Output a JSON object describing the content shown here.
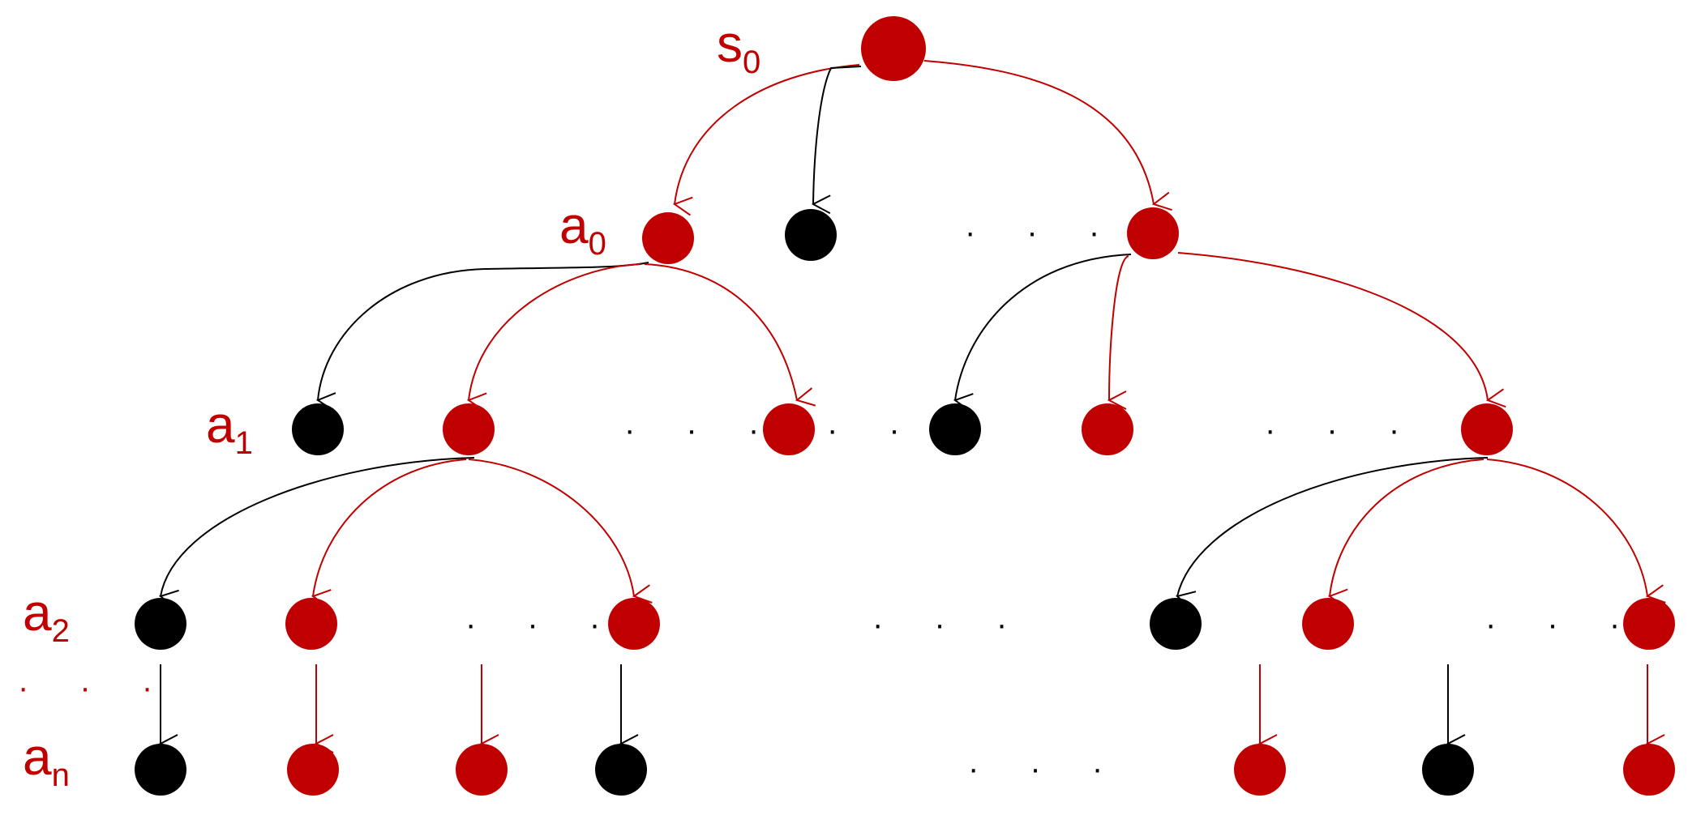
{
  "colors": {
    "highlight": "#c00000",
    "default": "#000000",
    "background": "#ffffff"
  },
  "labels": {
    "s0": {
      "base": "s",
      "sub": "0"
    },
    "a0": {
      "base": "a",
      "sub": "0"
    },
    "a1": {
      "base": "a",
      "sub": "1"
    },
    "a2": {
      "base": "a",
      "sub": "2"
    },
    "an": {
      "base": "a",
      "sub": "n"
    },
    "level_ellipsis": "· · ·"
  },
  "ellipsis": "· · ·",
  "tree": {
    "levels": [
      "s0",
      "a0",
      "a1",
      "a2",
      "an"
    ],
    "nodes": [
      {
        "id": "root",
        "level": 0,
        "highlighted": true
      },
      {
        "id": "l1-a",
        "level": 1,
        "highlighted": true
      },
      {
        "id": "l1-b",
        "level": 1,
        "highlighted": false
      },
      {
        "id": "l1-c",
        "level": 1,
        "highlighted": true
      },
      {
        "id": "l2-a",
        "level": 2,
        "highlighted": false
      },
      {
        "id": "l2-b",
        "level": 2,
        "highlighted": true
      },
      {
        "id": "l2-c",
        "level": 2,
        "highlighted": true
      },
      {
        "id": "l2-d",
        "level": 2,
        "highlighted": false
      },
      {
        "id": "l2-e",
        "level": 2,
        "highlighted": true
      },
      {
        "id": "l2-f",
        "level": 2,
        "highlighted": true
      },
      {
        "id": "l3-a",
        "level": 3,
        "highlighted": false
      },
      {
        "id": "l3-b",
        "level": 3,
        "highlighted": true
      },
      {
        "id": "l3-c",
        "level": 3,
        "highlighted": true
      },
      {
        "id": "l3-d",
        "level": 3,
        "highlighted": false
      },
      {
        "id": "l3-e",
        "level": 3,
        "highlighted": true
      },
      {
        "id": "l3-f",
        "level": 3,
        "highlighted": true
      },
      {
        "id": "l4-a",
        "level": 4,
        "highlighted": false
      },
      {
        "id": "l4-b",
        "level": 4,
        "highlighted": true
      },
      {
        "id": "l4-c",
        "level": 4,
        "highlighted": true
      },
      {
        "id": "l4-d",
        "level": 4,
        "highlighted": false
      },
      {
        "id": "l4-e",
        "level": 4,
        "highlighted": true
      },
      {
        "id": "l4-f",
        "level": 4,
        "highlighted": false
      },
      {
        "id": "l4-g",
        "level": 4,
        "highlighted": true
      }
    ],
    "edges": [
      {
        "from": "root",
        "to": "l1-a",
        "highlighted": true
      },
      {
        "from": "root",
        "to": "l1-b",
        "highlighted": false
      },
      {
        "from": "root",
        "to": "l1-c",
        "highlighted": true
      },
      {
        "from": "l1-a",
        "to": "l2-a",
        "highlighted": false
      },
      {
        "from": "l1-a",
        "to": "l2-b",
        "highlighted": true
      },
      {
        "from": "l1-a",
        "to": "l2-c",
        "highlighted": true
      },
      {
        "from": "l1-c",
        "to": "l2-d",
        "highlighted": false
      },
      {
        "from": "l1-c",
        "to": "l2-e",
        "highlighted": true
      },
      {
        "from": "l1-c",
        "to": "l2-f",
        "highlighted": true
      },
      {
        "from": "l2-b",
        "to": "l3-a",
        "highlighted": false
      },
      {
        "from": "l2-b",
        "to": "l3-b",
        "highlighted": true
      },
      {
        "from": "l2-b",
        "to": "l3-c",
        "highlighted": true
      },
      {
        "from": "l2-f",
        "to": "l3-d",
        "highlighted": false
      },
      {
        "from": "l2-f",
        "to": "l3-e",
        "highlighted": true
      },
      {
        "from": "l2-f",
        "to": "l3-f",
        "highlighted": true
      },
      {
        "from": "l3-a",
        "to": "l4-a",
        "highlighted": false
      },
      {
        "from": "l3-b",
        "to": "l4-b",
        "highlighted": true
      },
      {
        "from": "l3-b-dots",
        "to": "l4-c",
        "highlighted": true
      },
      {
        "from": "l3-c",
        "to": "l4-d",
        "highlighted": false
      },
      {
        "from": "l3-e-pre",
        "to": "l4-e",
        "highlighted": true
      },
      {
        "from": "l3-e-mid",
        "to": "l4-f",
        "highlighted": false
      },
      {
        "from": "l3-f",
        "to": "l4-g",
        "highlighted": true
      }
    ]
  }
}
